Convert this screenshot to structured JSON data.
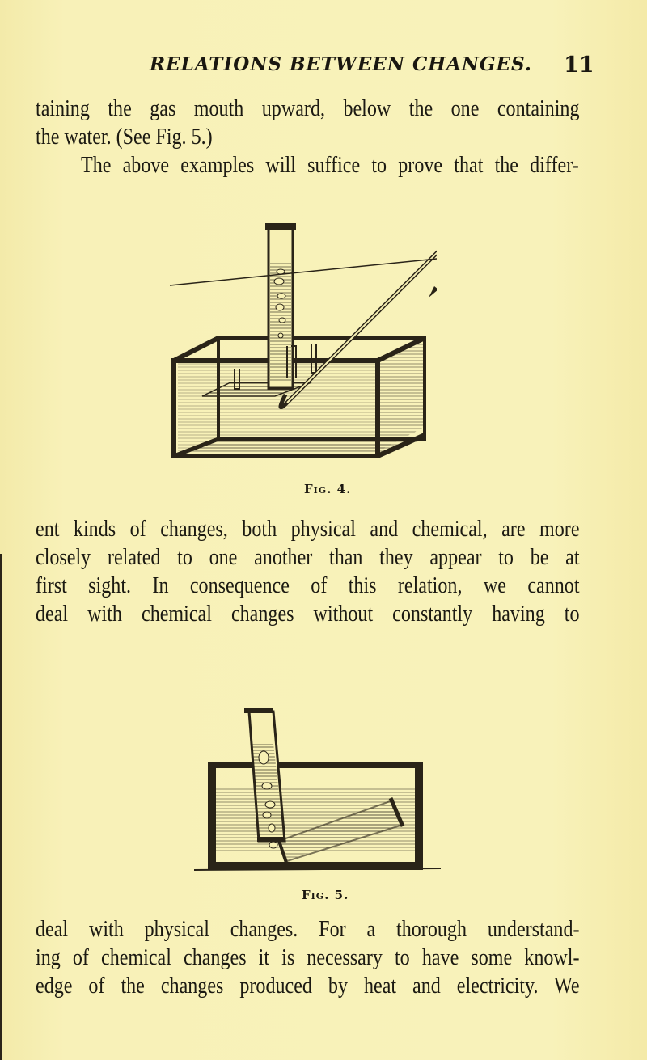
{
  "page": {
    "running_head": "RELATIONS BETWEEN CHANGES.",
    "page_number": "11",
    "background_color": "#f7f0b4",
    "ink_color": "#1c1a12"
  },
  "paragraphs": [
    {
      "lines": [
        "taining  the gas mouth upward,  below the one  containing",
        "the water.   (See Fig. 5.)"
      ]
    },
    {
      "lines": [
        "The above examples will suffice to prove  that  the  differ-"
      ]
    },
    {
      "lines": [
        "ent kinds of changes, both physical and chemical, are more",
        "closely related  to one another than they appear to be at",
        "first  sight.   In consequence of this relation,  we  cannot",
        "deal  with chemical changes without constantly having  to"
      ]
    },
    {
      "lines": [
        "deal with physical changes.   For a thorough understand-",
        "ing of chemical changes it is necessary to have some knowl-",
        "edge of the changes produced by heat and electricity.   We"
      ]
    }
  ],
  "figures": [
    {
      "id": "fig4",
      "caption": "Fig. 4.",
      "description": "Pneumatic trough with gas jar inverted on beehive shelf, delivery tube entering water; arrow indicating gas flow"
    },
    {
      "id": "fig5",
      "caption": "Fig. 5.",
      "description": "Side view of trough showing gas transferred upward from one inverted jar into another jar held mouth-down above it"
    }
  ]
}
